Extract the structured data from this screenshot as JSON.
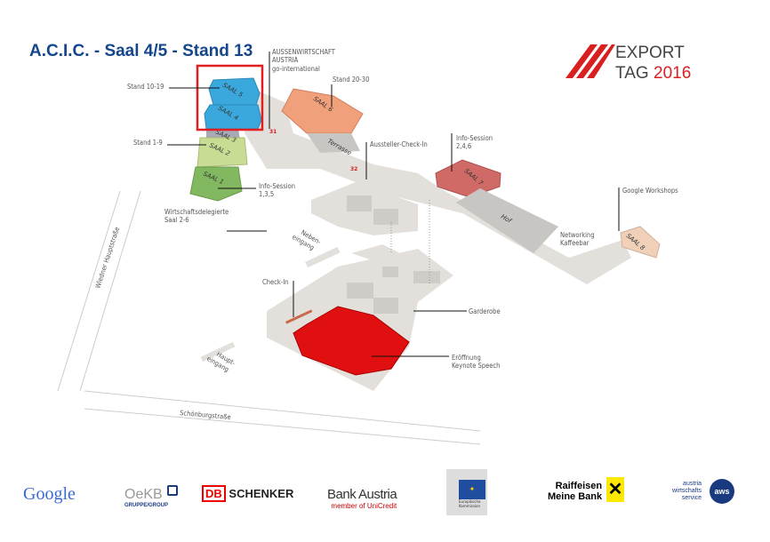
{
  "title": "A.C.I.C. - Saal 4/5 - Stand 13",
  "organizer": {
    "line1": "AUSSENWIRTSCHAFT",
    "line2": "AUSTRIA",
    "line3": "go-international"
  },
  "event_logo": {
    "word1": "EXPORT",
    "word2": "TAG",
    "year": "2016"
  },
  "halls": {
    "saal5": "SAAL 5",
    "saal4": "SAAL 4",
    "saal3": "SAAL 3",
    "saal2": "SAAL 2",
    "saal1": "SAAL 1",
    "saal6": "SAAL 6",
    "saal7": "SAAL 7",
    "saal8": "SAAL 8",
    "hof": "Hof",
    "terrasse": "Terrasse"
  },
  "floor_markers": {
    "a": "31",
    "b": "32"
  },
  "labels": {
    "stand_10_19": "Stand 10-19",
    "stand_20_30": "Stand 20-30",
    "stand_1_9": "Stand 1-9",
    "info_135_a": "Info-Session",
    "info_135_b": "1,3,5",
    "wd_a": "Wirtschaftsdelegierte",
    "wd_b": "Saal 2-6",
    "aussteller": "Aussteller-Check-In",
    "info_246_a": "Info-Session",
    "info_246_b": "2,4,6",
    "google_ws": "Google Workshops",
    "net_a": "Networking",
    "net_b": "Kaffeebar",
    "checkin": "Check-In",
    "garderobe": "Garderobe",
    "eroeff_a": "Eröffnung",
    "eroeff_b": "Keynote Speech",
    "neben_a": "Neben-",
    "neben_b": "eingang",
    "haupt_a": "Haupt-",
    "haupt_b": "eingang",
    "street1": "Wiedner Hauptstraße",
    "street2": "Schönburgstraße"
  },
  "sponsors": {
    "google": "Google",
    "oekb": "OeKB",
    "oekb_sub": "GRUPPE/GROUP",
    "db": "DB",
    "schenker": "SCHENKER",
    "bank_austria": "Bank Austria",
    "bank_sub": "member of UniCredit",
    "ec_a": "Europäische",
    "ec_b": "Kommission",
    "raiffeisen_a": "Raiffeisen",
    "raiffeisen_b": "Meine Bank",
    "aws_a": "austria",
    "aws_b": "wirtschafts",
    "aws_c": "service",
    "aws": "aws"
  },
  "colors": {
    "title": "#14468c",
    "highlight": "#e02020",
    "saal45": "#3aa8dc",
    "saal6": "#f0a07a",
    "saal7": "#d06a66",
    "keynote": "#e01010"
  }
}
